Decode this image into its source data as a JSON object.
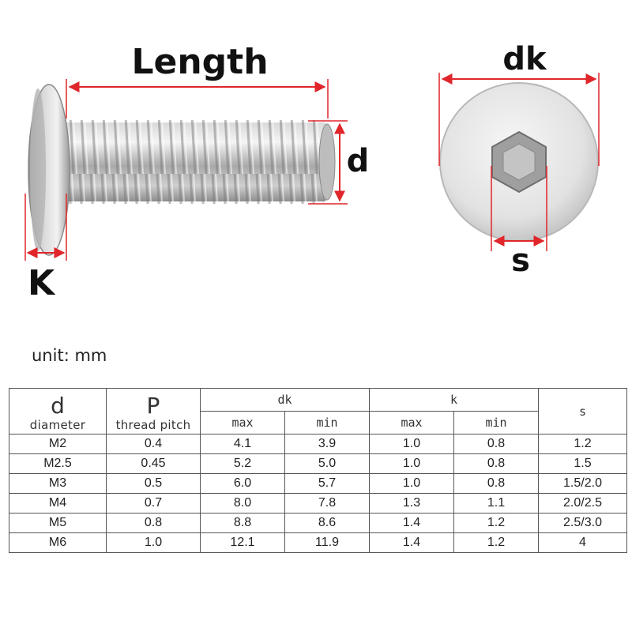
{
  "diagram": {
    "length_label": "Length",
    "d_label": "d",
    "k_label": "K",
    "dk_label": "dk",
    "s_label": "s",
    "dimension_color": "#e0262b"
  },
  "unit_text": "unit: mm",
  "table": {
    "headers": {
      "d_symbol": "d",
      "d_sub": "diameter",
      "p_symbol": "P",
      "p_sub": "thread pitch",
      "dk": "dk",
      "k": "k",
      "s": "s",
      "max": "max",
      "min": "min"
    },
    "rows": [
      [
        "M2",
        "0.4",
        "4.1",
        "3.9",
        "1.0",
        "0.8",
        "1.2"
      ],
      [
        "M2.5",
        "0.45",
        "5.2",
        "5.0",
        "1.0",
        "0.8",
        "1.5"
      ],
      [
        "M3",
        "0.5",
        "6.0",
        "5.7",
        "1.0",
        "0.8",
        "1.5/2.0"
      ],
      [
        "M4",
        "0.7",
        "8.0",
        "7.8",
        "1.3",
        "1.1",
        "2.0/2.5"
      ],
      [
        "M5",
        "0.8",
        "8.8",
        "8.6",
        "1.4",
        "1.2",
        "2.5/3.0"
      ],
      [
        "M6",
        "1.0",
        "12.1",
        "11.9",
        "1.4",
        "1.2",
        "4"
      ]
    ]
  }
}
